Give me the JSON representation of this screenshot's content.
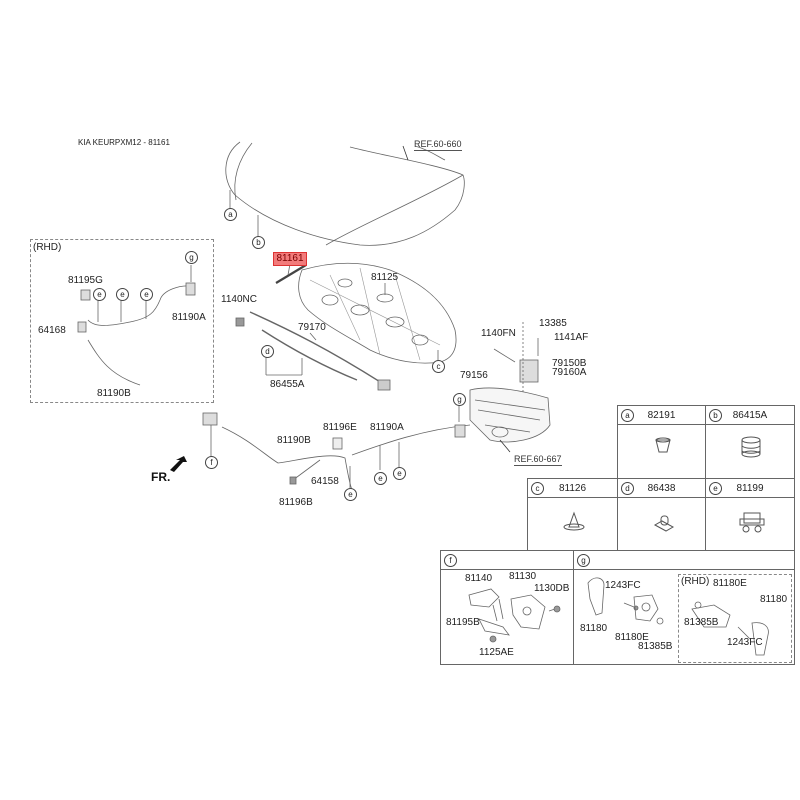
{
  "header": {
    "title": "KIA KEURPXM12 - 81161"
  },
  "highlighted_part": "81161",
  "references": {
    "hood_panel": "REF.60-660",
    "cowl_panel": "REF.60-667"
  },
  "orientation_label": "FR.",
  "rhd_label": "(RHD)",
  "callout_letters": {
    "a": "a",
    "b": "b",
    "c": "c",
    "d": "d",
    "e": "e",
    "f": "f",
    "g": "g"
  },
  "main_labels": {
    "hood_lift": "81161",
    "hood_insulator_frame": "81125",
    "bolt_1140nc": "1140NC",
    "weatherstrip": "79170",
    "seal_86455a": "86455A",
    "bolt_1140fn": "1140FN",
    "nut_13385": "13385",
    "bolt_1141af": "1141AF",
    "hinge_rh": "79150B",
    "hinge_lh": "79160A",
    "bolt_79156": "79156",
    "cable_81190b": "81190B",
    "bracket_81196e": "81196E",
    "cable_81190a": "81190A",
    "clip_64158": "64158",
    "grommet_81196b": "81196B"
  },
  "rhd_inset_labels": {
    "bracket": "81195G",
    "cable_a": "81190A",
    "clip": "64168",
    "cable_b": "81190B"
  },
  "parts_grid": {
    "row1": [
      {
        "letter": "a",
        "part": "82191"
      },
      {
        "letter": "b",
        "part": "86415A"
      }
    ],
    "row2": [
      {
        "letter": "c",
        "part": "81126"
      },
      {
        "letter": "d",
        "part": "86438"
      },
      {
        "letter": "e",
        "part": "81199"
      }
    ],
    "row3": {
      "f": {
        "letter": "f",
        "labels": [
          "81140",
          "81130",
          "1130DB",
          "81195B",
          "1125AE"
        ]
      },
      "g": {
        "letter": "g",
        "labels": [
          "1243FC",
          "81180",
          "81180E",
          "81385B"
        ],
        "rhd": {
          "label": "(RHD)",
          "labels": [
            "81180E",
            "81180",
            "81385B",
            "1243FC"
          ]
        }
      }
    }
  }
}
